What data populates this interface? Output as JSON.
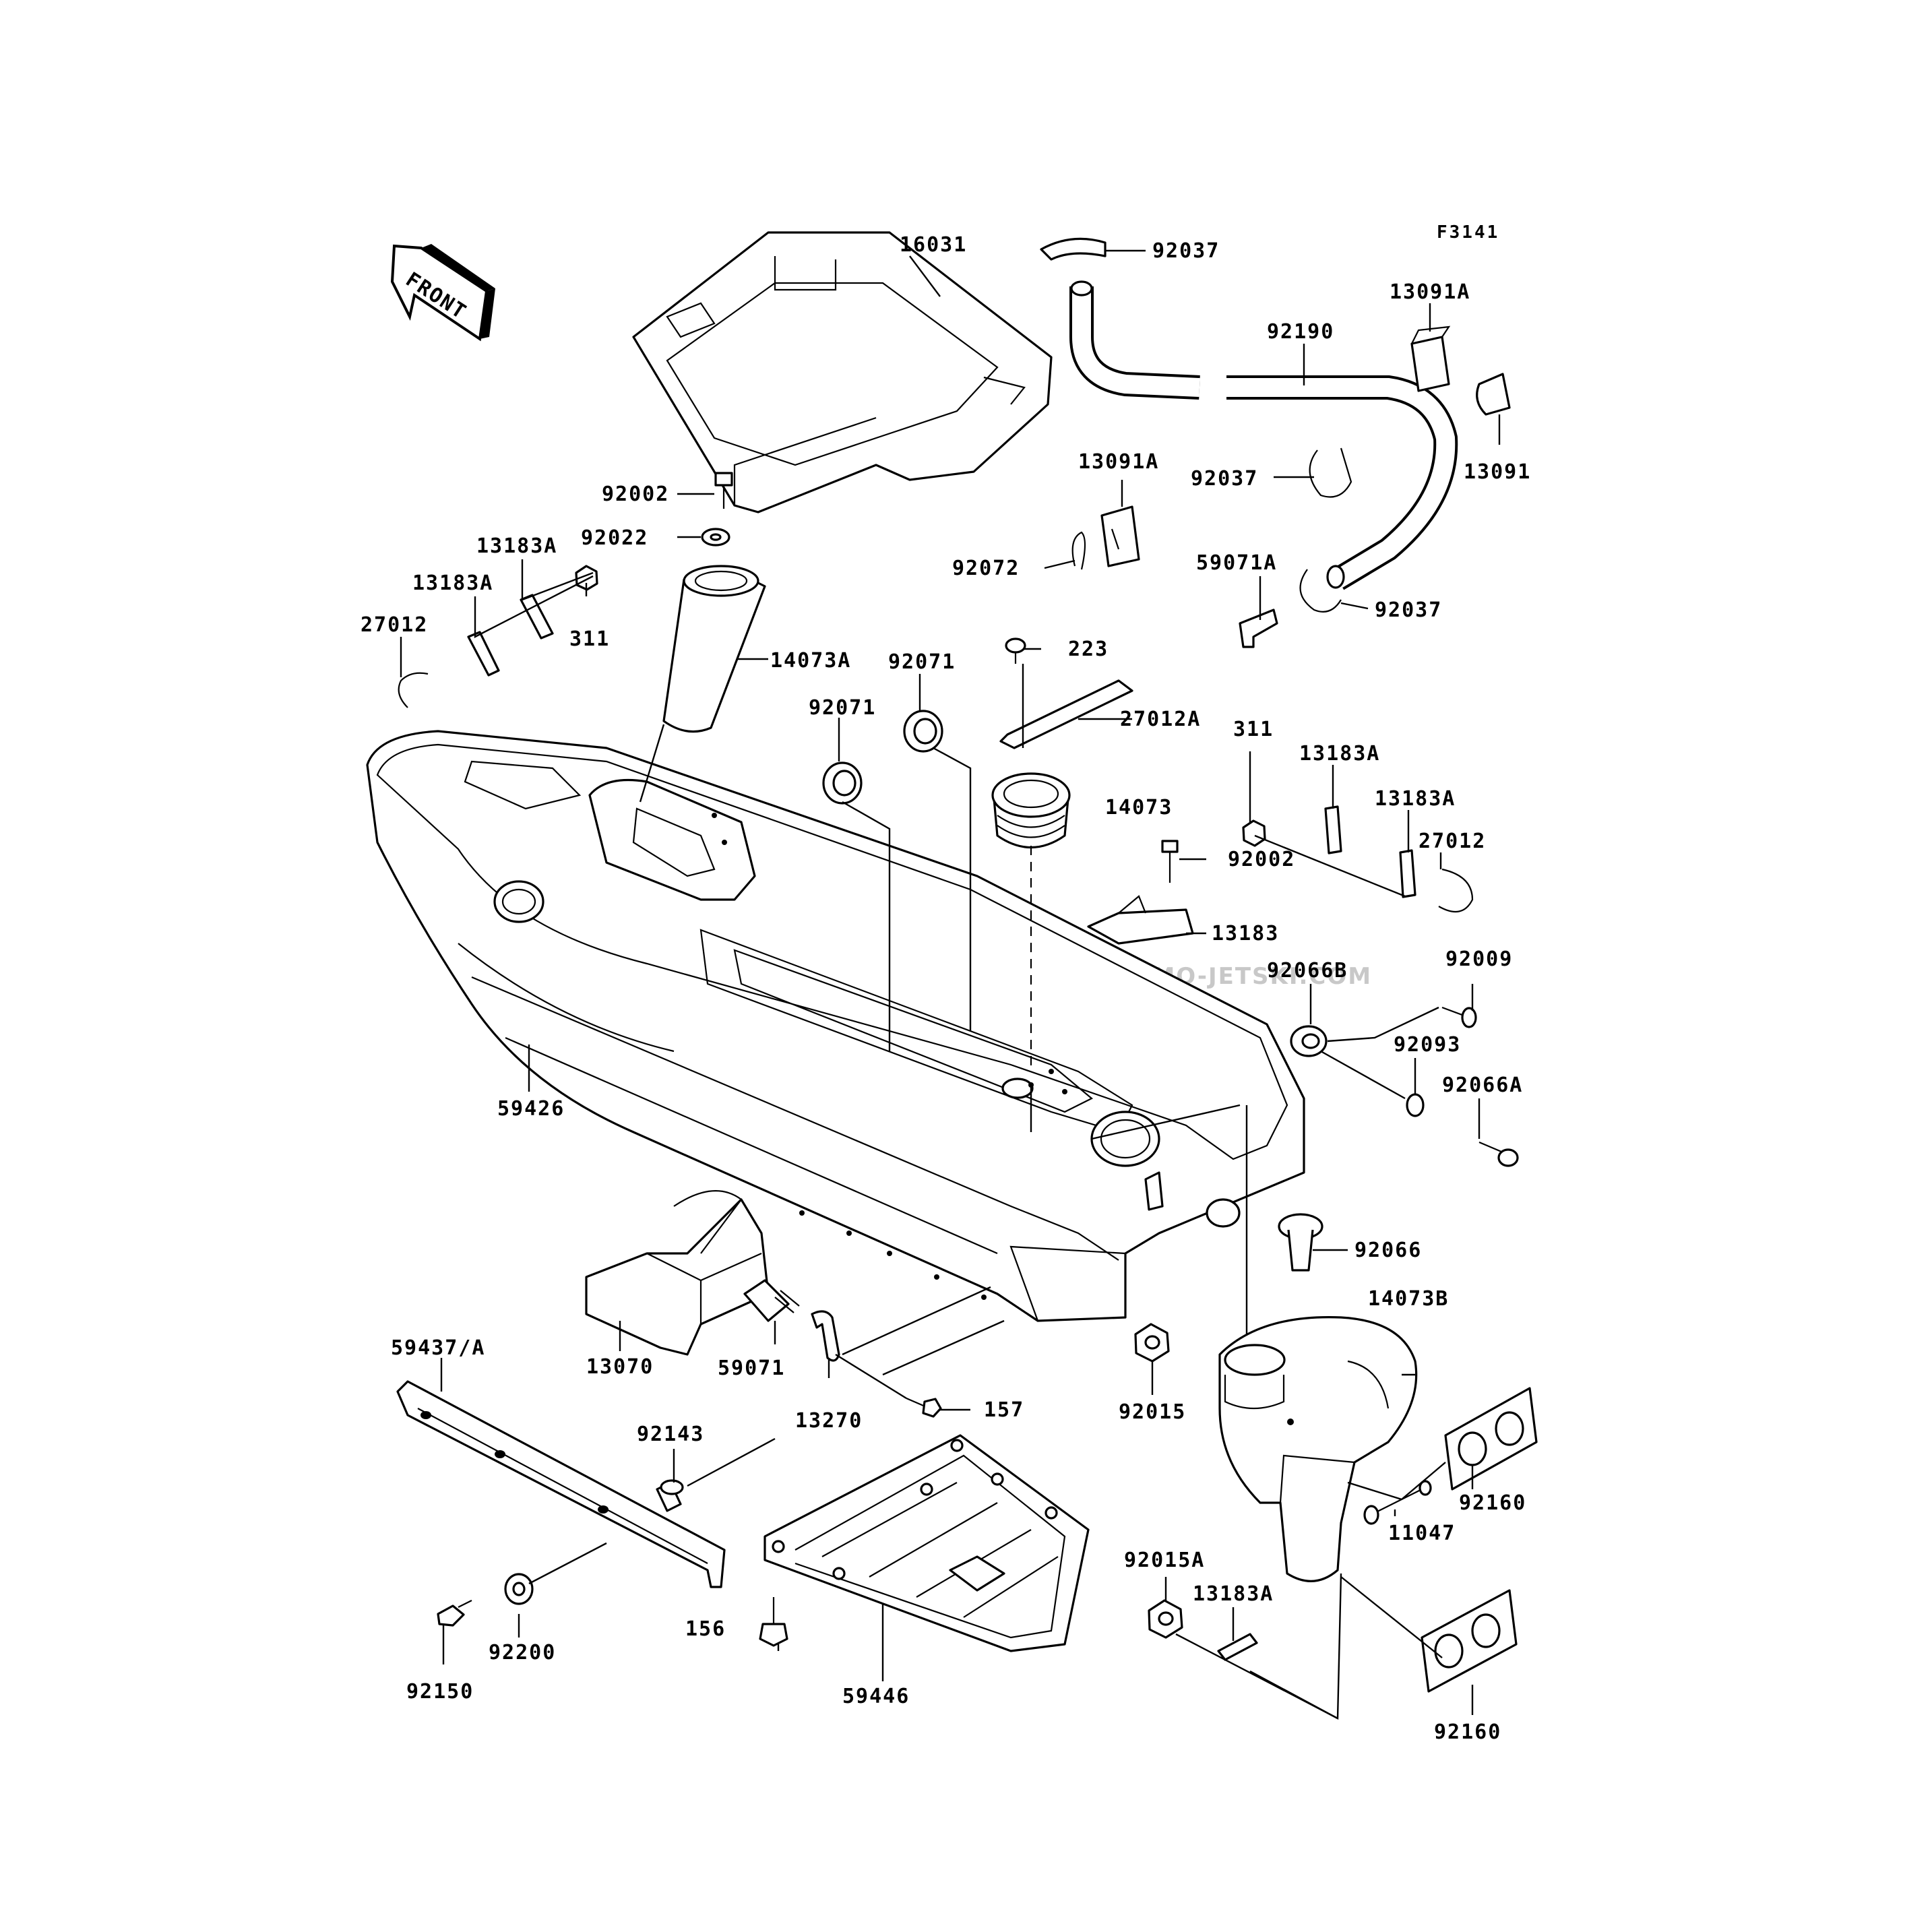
{
  "figure_code": "F3141",
  "front_arrow_text": "FRONT",
  "watermark": "JETSKI.COM  PROMO-JETSKI.COM  PROMO-JETSKI.COM",
  "labels": [
    {
      "id": "l1",
      "text": "16031"
    },
    {
      "id": "l2",
      "text": "92037"
    },
    {
      "id": "l3",
      "text": "13091A"
    },
    {
      "id": "l4",
      "text": "92190"
    },
    {
      "id": "l5",
      "text": "13091A"
    },
    {
      "id": "l6",
      "text": "92037"
    },
    {
      "id": "l7",
      "text": "13091"
    },
    {
      "id": "l8",
      "text": "92002"
    },
    {
      "id": "l9",
      "text": "92022"
    },
    {
      "id": "l10",
      "text": "13183A"
    },
    {
      "id": "l11",
      "text": "13183A"
    },
    {
      "id": "l12",
      "text": "311"
    },
    {
      "id": "l13",
      "text": "27012"
    },
    {
      "id": "l14",
      "text": "14073A"
    },
    {
      "id": "l15",
      "text": "92072"
    },
    {
      "id": "l16",
      "text": "59071A"
    },
    {
      "id": "l17",
      "text": "92037"
    },
    {
      "id": "l18",
      "text": "223"
    },
    {
      "id": "l19",
      "text": "92071"
    },
    {
      "id": "l20",
      "text": "92071"
    },
    {
      "id": "l21",
      "text": "27012A"
    },
    {
      "id": "l22",
      "text": "311"
    },
    {
      "id": "l23",
      "text": "13183A"
    },
    {
      "id": "l24",
      "text": "13183A"
    },
    {
      "id": "l25",
      "text": "14073"
    },
    {
      "id": "l26",
      "text": "27012"
    },
    {
      "id": "l27",
      "text": "92002"
    },
    {
      "id": "l28",
      "text": "13183"
    },
    {
      "id": "l29",
      "text": "92066B"
    },
    {
      "id": "l30",
      "text": "92009"
    },
    {
      "id": "l31",
      "text": "92093"
    },
    {
      "id": "l32",
      "text": "92066A"
    },
    {
      "id": "l33",
      "text": "59426"
    },
    {
      "id": "l34",
      "text": "92066"
    },
    {
      "id": "l35",
      "text": "14073B"
    },
    {
      "id": "l36",
      "text": "59437/A"
    },
    {
      "id": "l37",
      "text": "13070"
    },
    {
      "id": "l38",
      "text": "59071"
    },
    {
      "id": "l39",
      "text": "13270"
    },
    {
      "id": "l40",
      "text": "157"
    },
    {
      "id": "l41",
      "text": "92015"
    },
    {
      "id": "l42",
      "text": "92143"
    },
    {
      "id": "l43",
      "text": "92160"
    },
    {
      "id": "l44",
      "text": "11047"
    },
    {
      "id": "l45",
      "text": "92015A"
    },
    {
      "id": "l46",
      "text": "13183A"
    },
    {
      "id": "l47",
      "text": "156"
    },
    {
      "id": "l48",
      "text": "59446"
    },
    {
      "id": "l49",
      "text": "92200"
    },
    {
      "id": "l50",
      "text": "92150"
    },
    {
      "id": "l51",
      "text": "92160"
    }
  ]
}
